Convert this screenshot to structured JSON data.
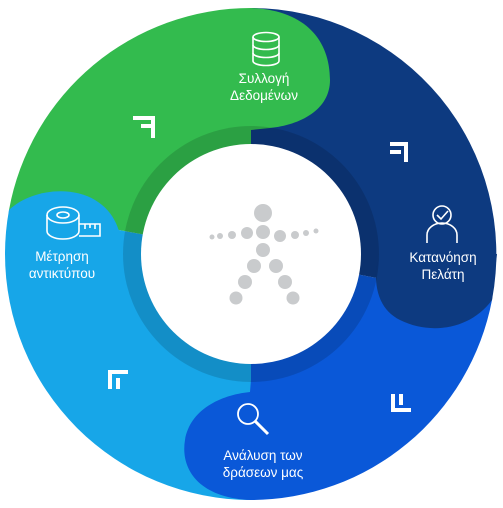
{
  "diagram": {
    "stages": [
      {
        "id": "collect",
        "line1": "Συλλογή",
        "line2": "Δεδομένων",
        "icon": "database-icon",
        "color": "#2fb84c"
      },
      {
        "id": "understand",
        "line1": "Κατανόηση",
        "line2": "Πελάτη",
        "icon": "customer-check-icon",
        "color": "#0d3a82"
      },
      {
        "id": "analyze",
        "line1": "Ανάλυση των",
        "line2": "δράσεων μας",
        "icon": "magnifier-icon",
        "color": "#0a57d8"
      },
      {
        "id": "measure",
        "line1": "Μέτρηση",
        "line2": "αντικτύπου",
        "icon": "tape-measure-icon",
        "color": "#14a4e6"
      }
    ],
    "center_icon": "dot-figure-icon",
    "arrow_icon": "corner-arrow-icon"
  }
}
